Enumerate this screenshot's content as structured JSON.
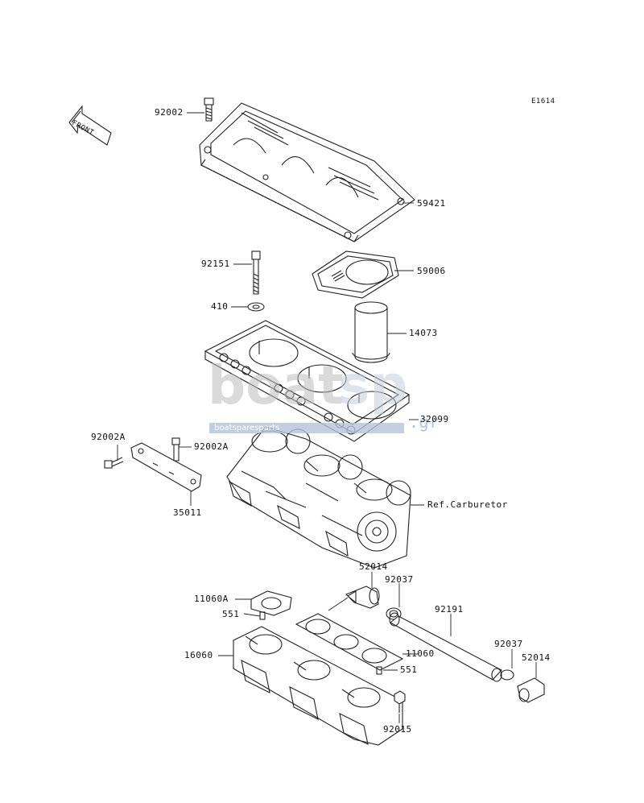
{
  "diagram_id": "E1614",
  "front_marker": "FRONT",
  "parts": {
    "p92002": "92002",
    "p59421": "59421",
    "p92151": "92151",
    "p59006": "59006",
    "p410": "410",
    "p14073": "14073",
    "p32099": "32099",
    "p92002a_left": "92002A",
    "p92002a_right": "92002A",
    "p35011": "35011",
    "ref_carburetor": "Ref.Carburetor",
    "p52014_top": "52014",
    "p92037_top": "92037",
    "p11060a": "11060A",
    "p92191": "92191",
    "p551_top": "551",
    "p92037_right": "92037",
    "p52014_right": "52014",
    "p16060": "16060",
    "p11060": "11060",
    "p551_bottom": "551",
    "p92015": "92015"
  },
  "watermark": {
    "main_left": "boat",
    "main_right": "sp",
    "suffix": ".gr",
    "sub": "boatsparesparts"
  },
  "colors": {
    "line": "#222222",
    "watermark": "#bdbdbd"
  }
}
